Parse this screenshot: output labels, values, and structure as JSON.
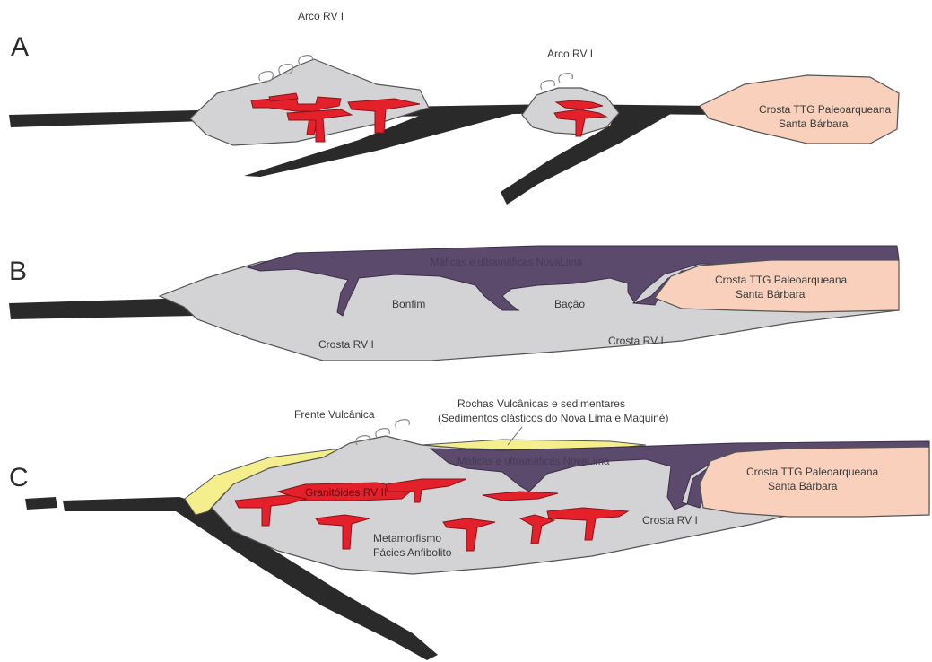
{
  "panels": {
    "a": {
      "letter": "A",
      "arc_label_1": "Arco RV I",
      "arc_label_2": "Arco RV I",
      "ttg_line1": "Crosta TTG Paleoarqueana",
      "ttg_line2": "Santa Bárbara"
    },
    "b": {
      "letter": "B",
      "mafic_label": "Máficas e ultramáficas NovaLima",
      "bonfim": "Bonfim",
      "bacao": "Bação",
      "crust_label_1": "Crosta RV I",
      "crust_label_2": "Crosta RV I",
      "ttg_line1": "Crosta TTG Paleoarqueana",
      "ttg_line2": "Santa Bárbara"
    },
    "c": {
      "letter": "C",
      "volcanic_front": "Frente Vulcânica",
      "sed_line1": "Rochas Vulcânicas e sedimentares",
      "sed_line2": "(Sedimentos clásticos do Nova Lima e Maquiné)",
      "mafic_label": "Máficas e ultramáficas NovaLima",
      "granitoids": "Granitóides RV II",
      "meta_line1": "Metamorfismo",
      "meta_line2": "Fácies Anfibolito",
      "crust_label": "Crosta RV I",
      "ttg_line1": "Crosta TTG Paleoarqueana",
      "ttg_line2": "Santa Bárbara"
    }
  },
  "colors": {
    "crust": "#d3d3d5",
    "ttg": "#f8d0bc",
    "mafic": "#5b4a6b",
    "magma": "#e4202b",
    "sediments": "#f4ef8c",
    "slab": "#2a2a2a"
  }
}
